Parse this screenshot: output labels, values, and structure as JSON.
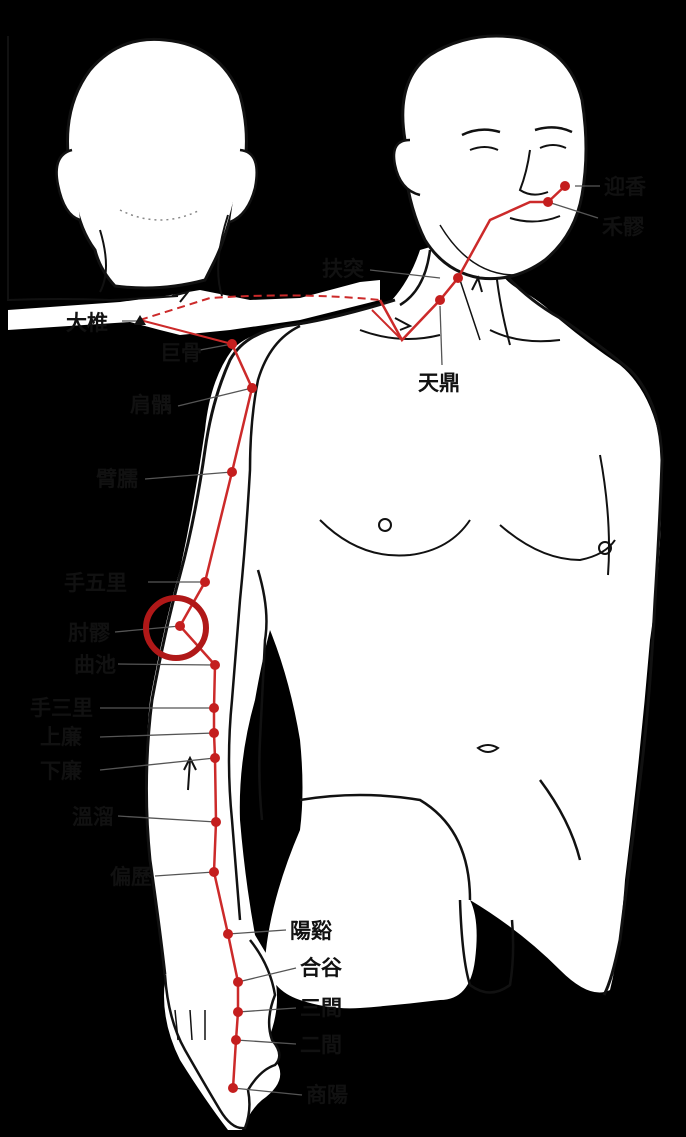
{
  "diagram": {
    "colors": {
      "background": "#000000",
      "skin": "#ffffff",
      "outline": "#111111",
      "meridian": "#cc2a2a",
      "point": "#c41e1e",
      "highlight_ring": "#b01818"
    },
    "highlighted_point": "肘髎",
    "labels": {
      "yingxiang": "迎香",
      "heliao": "禾髎",
      "futu": "扶突",
      "dazhui": "大椎",
      "jugu": "巨骨",
      "tianding": "天鼎",
      "jianyu": "肩髃",
      "binao": "臂臑",
      "shouwuli": "手五里",
      "zhouliao": "肘髎",
      "quchi": "曲池",
      "shousanli": "手三里",
      "shanglian": "上廉",
      "xialian": "下廉",
      "wenliu": "溫溜",
      "pianli": "偏歷",
      "yangxi": "陽谿",
      "hegu": "合谷",
      "sanjian": "三間",
      "erjian": "二間",
      "shangyang": "商陽"
    }
  }
}
